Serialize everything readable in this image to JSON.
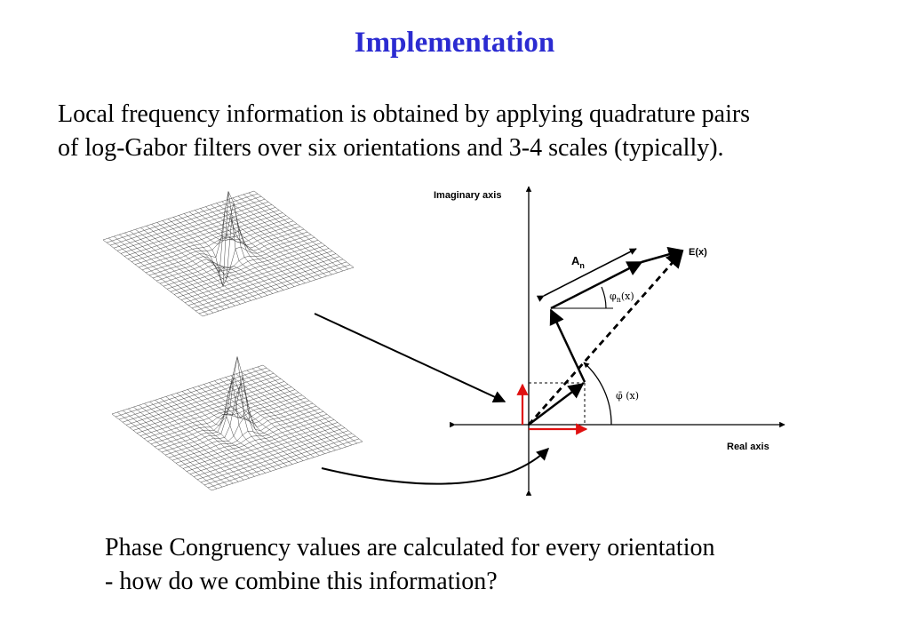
{
  "slide": {
    "title": "Implementation",
    "intro_lines": [
      "Local frequency information is obtained by applying quadrature pairs",
      "of log-Gabor filters over six orientations and 3-4 scales (typically)."
    ],
    "outro_lines": [
      "Phase Congruency values are calculated for every orientation",
      "- how do we combine this information?"
    ]
  },
  "diagram": {
    "imaginary_axis_label": "Imaginary axis",
    "real_axis_label": "Real axis",
    "amplitude_label": "A",
    "amplitude_subscript": "n",
    "energy_label": "E(x)",
    "local_phase_label_prefix": "φ",
    "local_phase_label_sub": "n",
    "local_phase_label_suffix": "(x)",
    "mean_phase_label": "φ̄ (x)",
    "colors": {
      "title": "#2b2bd1",
      "component_arrows": "#e01010",
      "ink": "#000000"
    }
  }
}
